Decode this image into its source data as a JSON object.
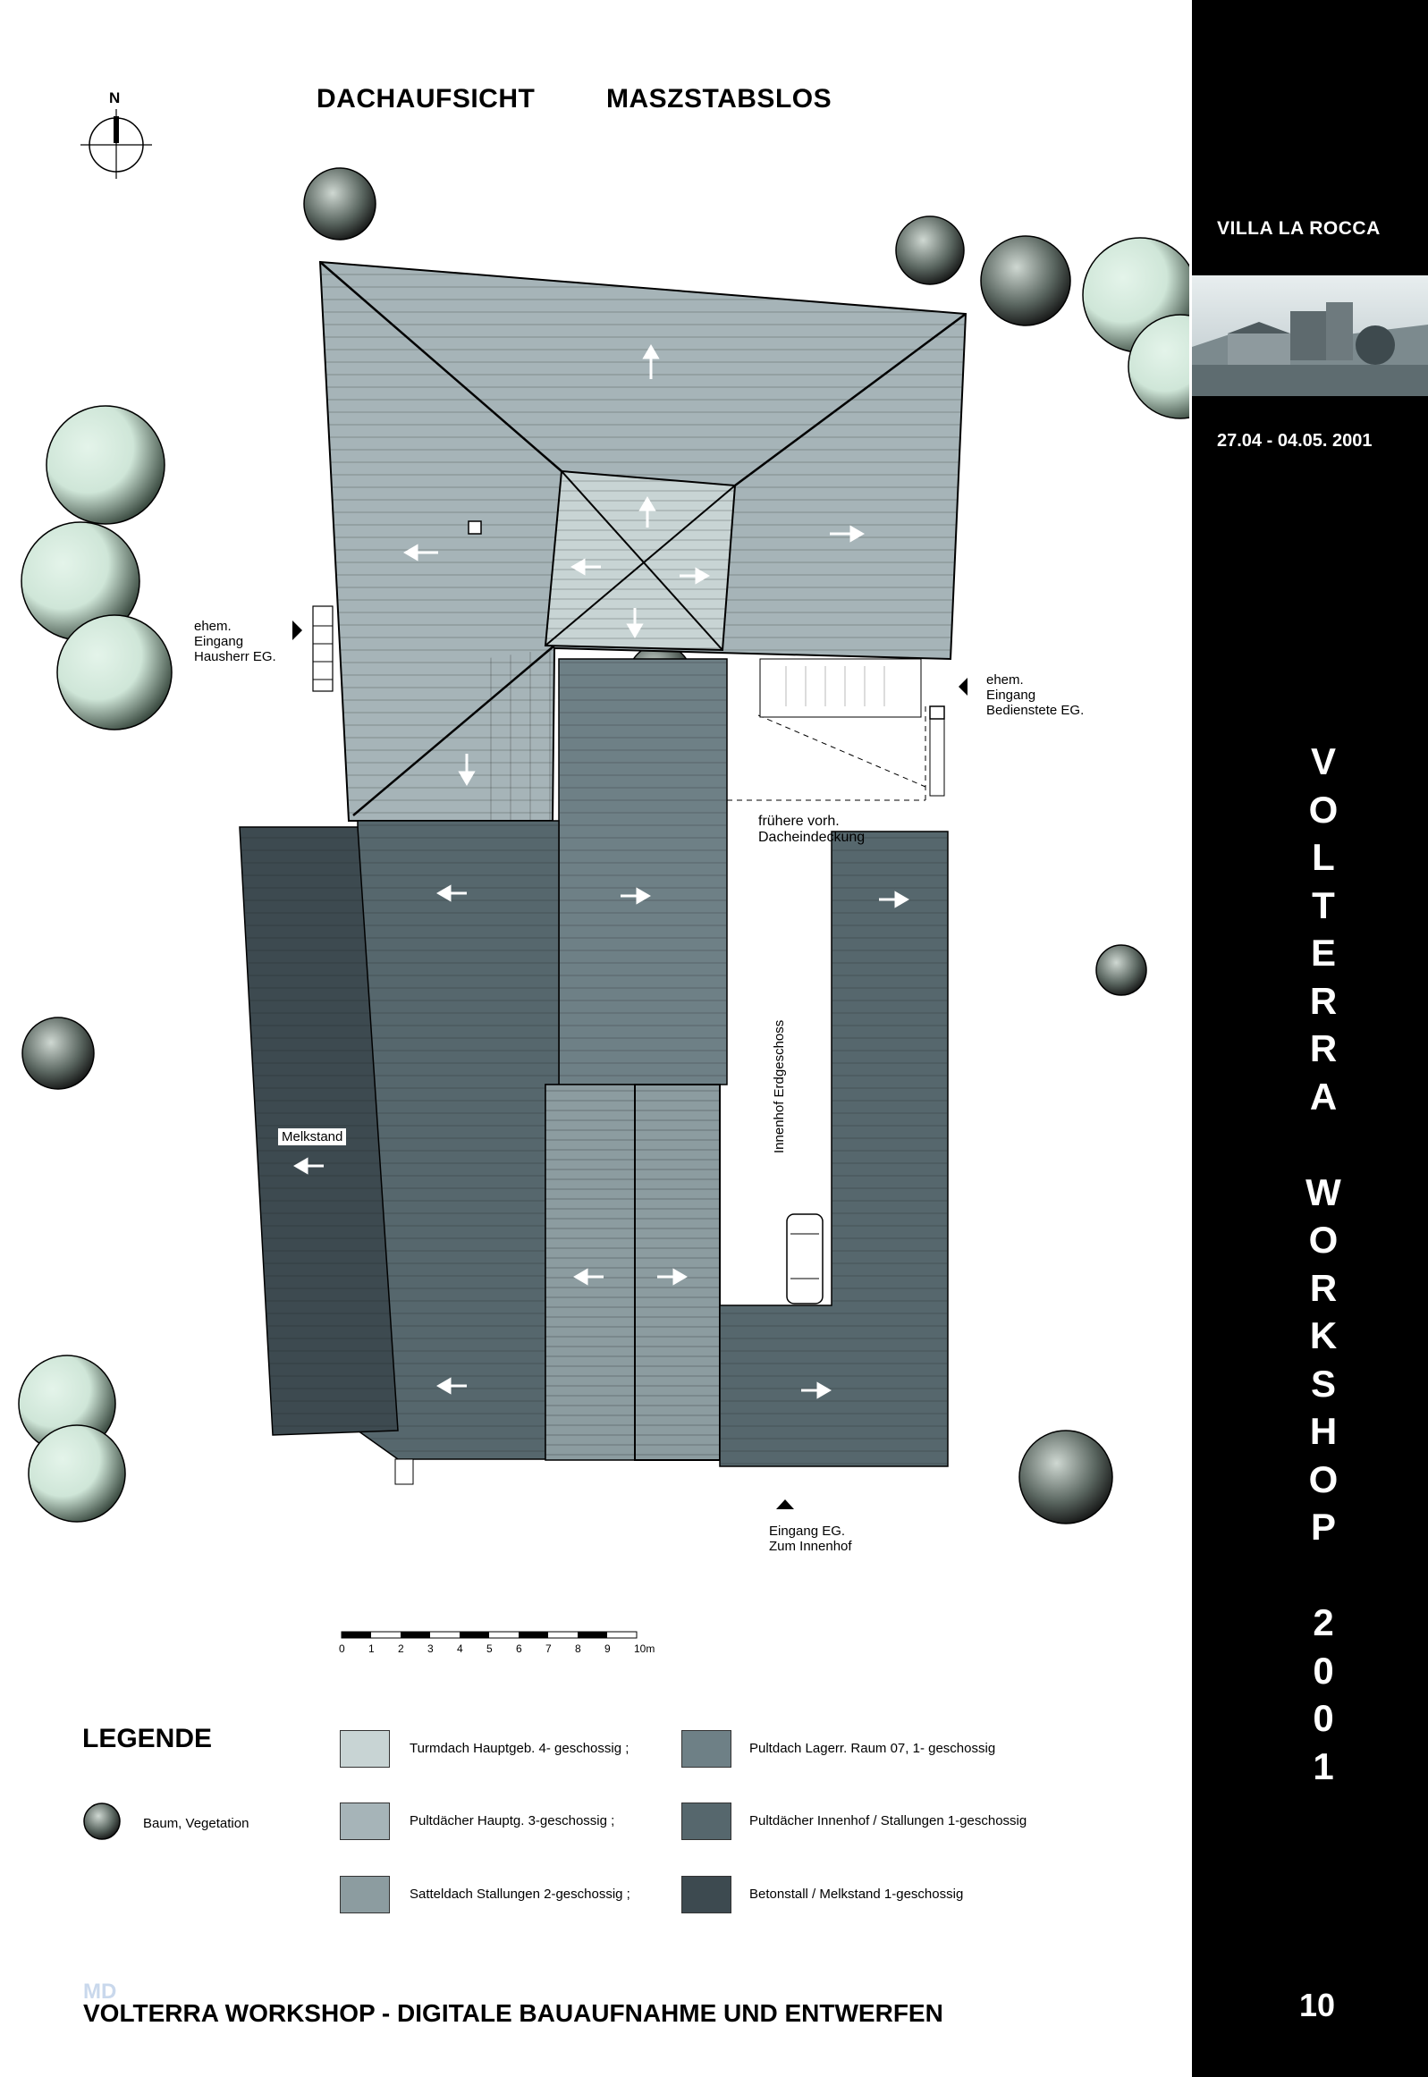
{
  "header": {
    "title_left": "DACHAUFSICHT",
    "title_right": "MASZSTABSLOS",
    "north_label": "N"
  },
  "sidebar": {
    "project": "VILLA LA ROCCA",
    "dates": "27.04  -  04.05. 2001",
    "vertical_letters": [
      "V",
      "O",
      "L",
      "T",
      "E",
      "R",
      "R",
      "A",
      "",
      "W",
      "O",
      "R",
      "K",
      "S",
      "H",
      "O",
      "P",
      "",
      "2",
      "0",
      "0",
      "1"
    ],
    "page_number": "10"
  },
  "plan_labels": {
    "entrance_left": [
      "ehem.",
      "Eingang",
      "Hausherr EG."
    ],
    "entrance_right": [
      "ehem.",
      "Eingang",
      "Bedienstete EG."
    ],
    "former_roof": [
      "frühere vorh.",
      "Dacheindeckung"
    ],
    "courtyard": "Innenhof Erdgeschoss",
    "milking": "Melkstand",
    "entrance_bottom": [
      "Eingang EG.",
      "Zum Innenhof"
    ]
  },
  "scale_bar": {
    "ticks": [
      "0",
      "1",
      "2",
      "3",
      "4",
      "5",
      "6",
      "7",
      "8",
      "9",
      "10m"
    ]
  },
  "legend": {
    "title": "LEGENDE",
    "tree_label": "Baum, Vegetation",
    "items": [
      {
        "label": "Turmdach Hauptgeb. 4- geschossig ;",
        "color": "#c8d4d4"
      },
      {
        "label": "Pultdächer Hauptg. 3-geschossig ;",
        "color": "#a6b4b8"
      },
      {
        "label": "Satteldach Stallungen 2-geschossig ;",
        "color": "#8c9ca0"
      },
      {
        "label": "Pultdach Lagerr. Raum 07, 1- geschossig",
        "color": "#6e8086"
      },
      {
        "label": "Pultdächer Innenhof / Stallungen 1-geschossig",
        "color": "#56676d"
      },
      {
        "label": "Betonstall / Melkstand 1-geschossig",
        "color": "#3d4a50"
      }
    ]
  },
  "footer": {
    "watermark": "MD",
    "text": "VOLTERRA WORKSHOP - DIGITALE BAUAUFNAHME UND ENTWERFEN"
  },
  "colors": {
    "tower": "#c8d4d4",
    "main": "#a6b4b8",
    "gable": "#8c9ca0",
    "storage": "#6e8086",
    "courtyard_roofs": "#56676d",
    "concrete": "#3d4a50",
    "tree_fill": "#d8ece0"
  }
}
